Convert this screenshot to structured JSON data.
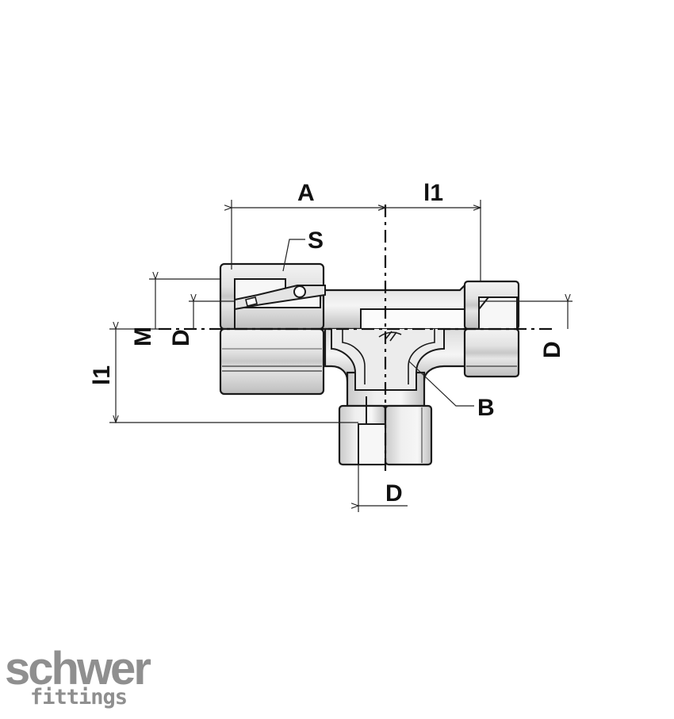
{
  "drawing": {
    "labels": {
      "A": "A",
      "l1_top": "l1",
      "S": "S",
      "M": "M",
      "D_left": "D",
      "D_right": "D",
      "l1_left": "l1",
      "B": "B",
      "D_bottom": "D"
    }
  },
  "logo": {
    "brand": "schwer",
    "sub": "fittings"
  },
  "colors": {
    "metal_light": "#eeeeee",
    "metal_mid": "#cfcfcf",
    "metal_dark": "#9a9a9a",
    "line": "#1a1a1a",
    "logo": "#8f8f8f"
  }
}
